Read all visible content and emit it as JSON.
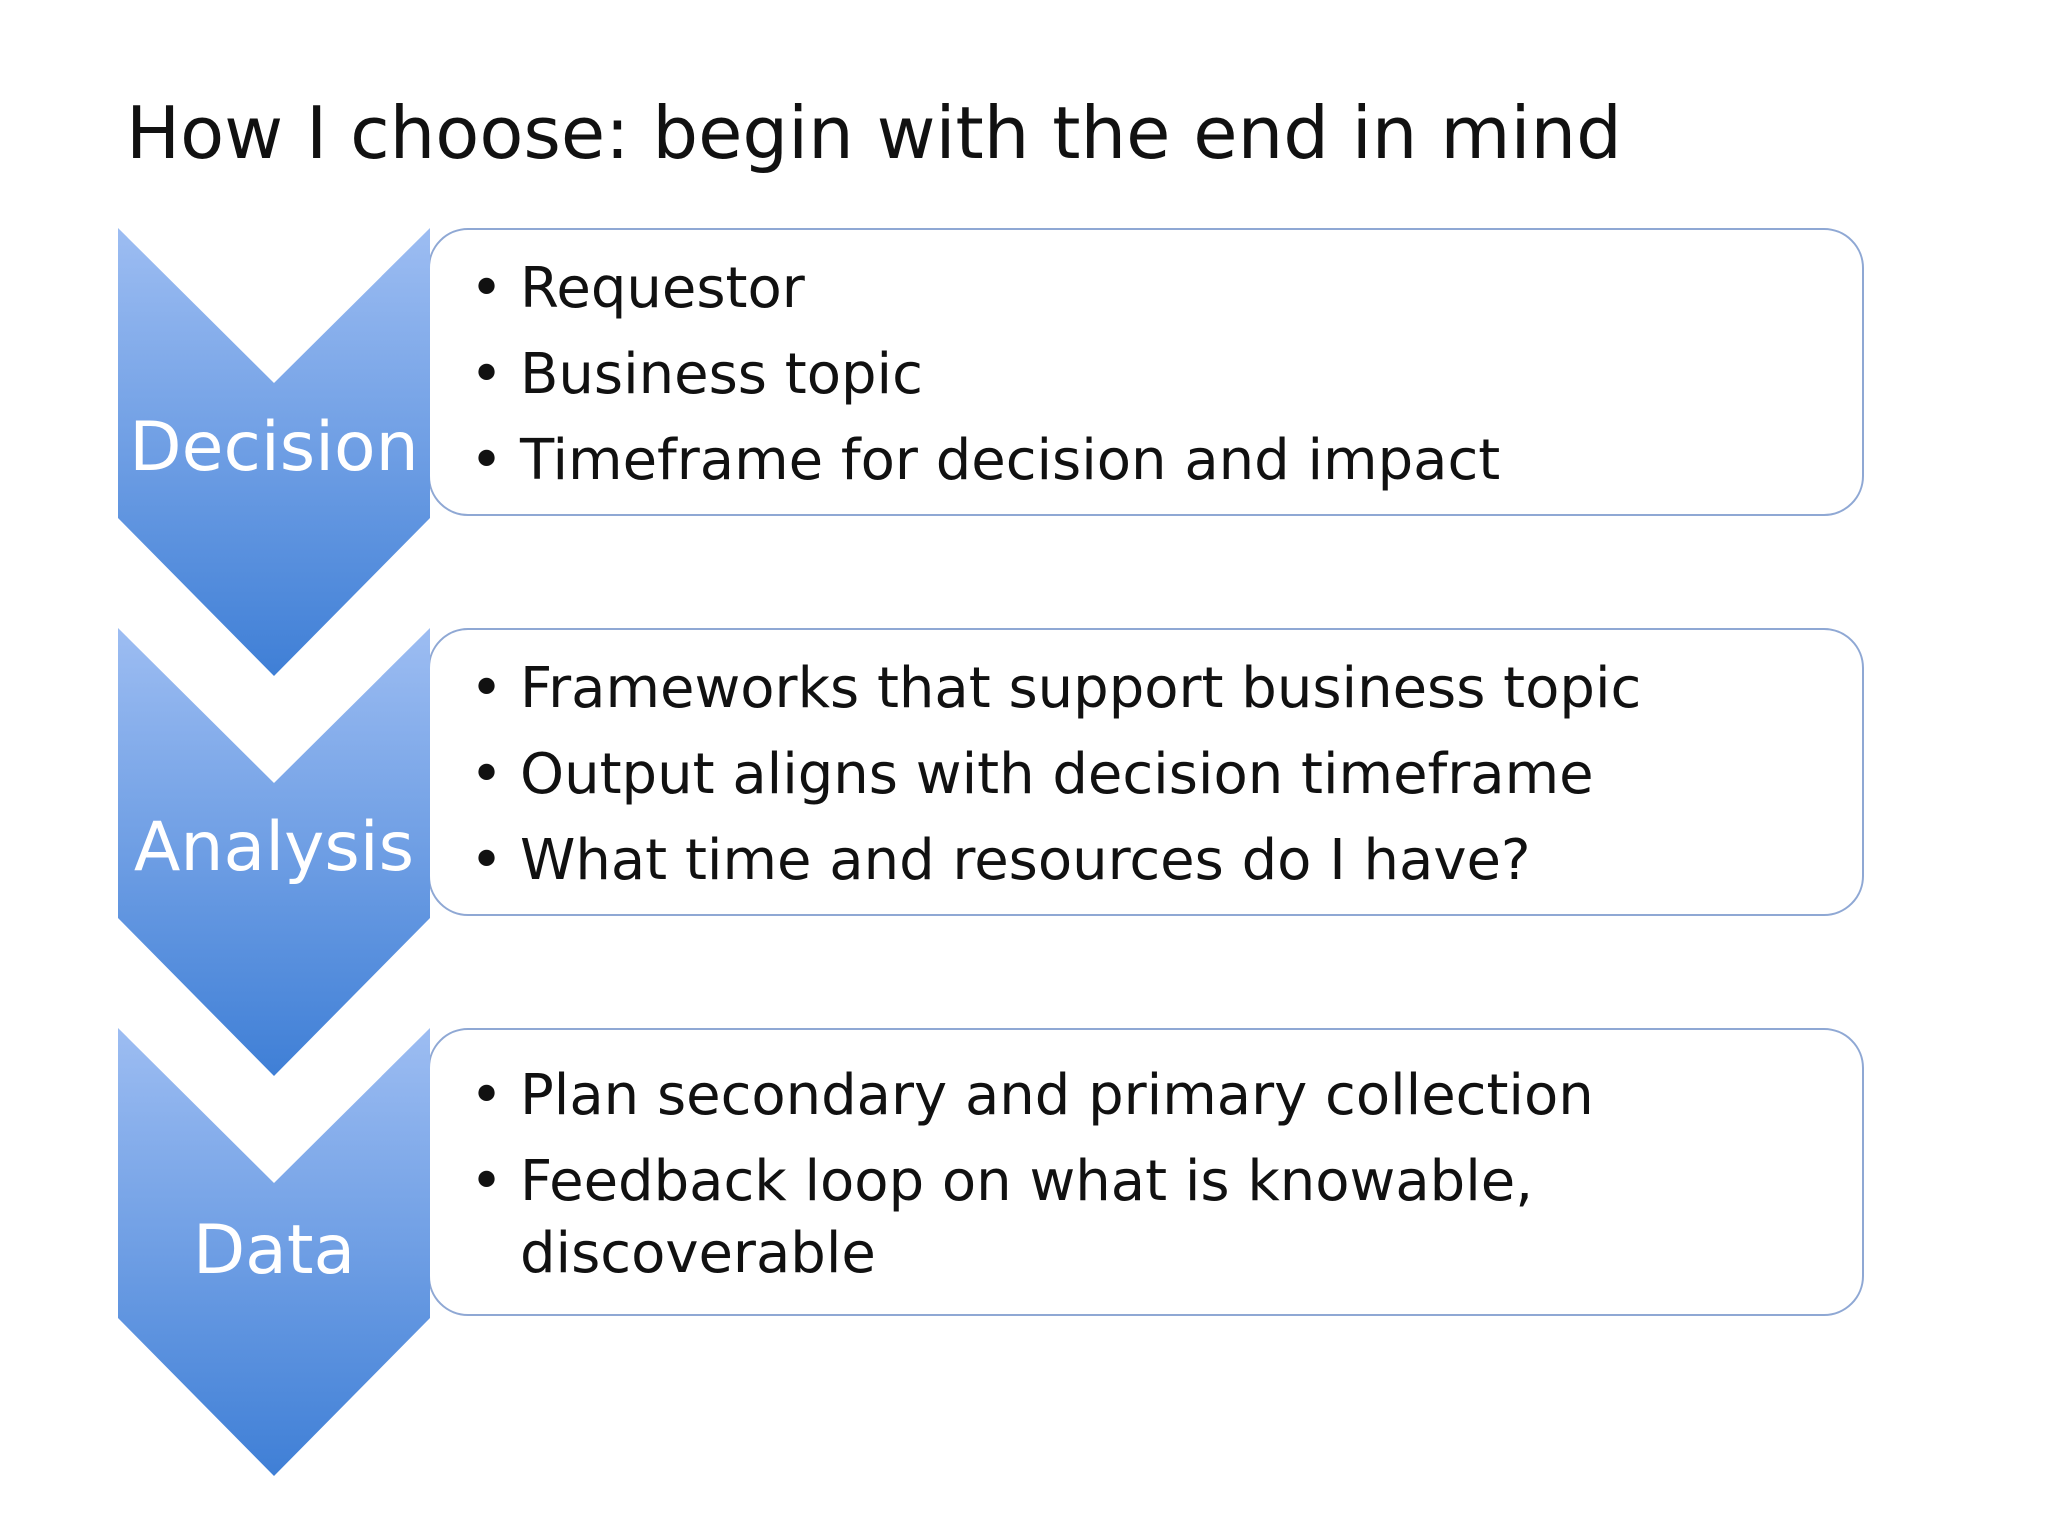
{
  "title": "How I choose: begin with the end in mind",
  "colors": {
    "chevron_top": "#9dbdf2",
    "chevron_bottom": "#3f7fd6",
    "box_border": "#8fa8d4",
    "text": "#111111"
  },
  "steps": [
    {
      "label": "Decision",
      "bullets": [
        "Requestor",
        "Business topic",
        "Timeframe for decision and impact"
      ]
    },
    {
      "label": "Analysis",
      "bullets": [
        "Frameworks that support business topic",
        "Output aligns with decision timeframe",
        "What time and resources do I have?"
      ]
    },
    {
      "label": "Data",
      "bullets": [
        "Plan secondary and primary collection",
        "Feedback loop on what is knowable, discoverable"
      ]
    }
  ],
  "bullet_glyph": "•"
}
